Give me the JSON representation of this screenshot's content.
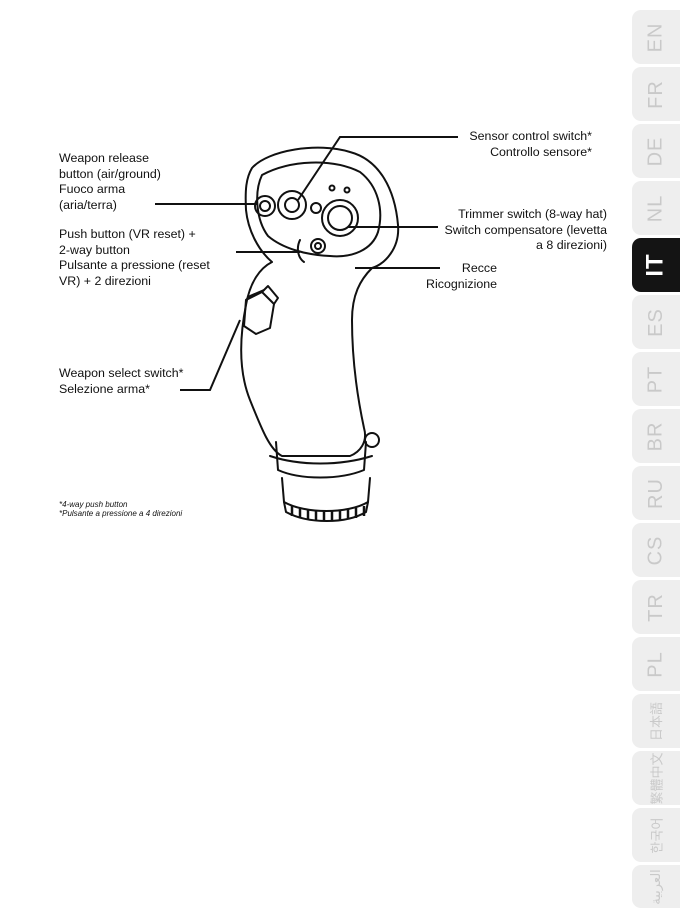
{
  "labels": {
    "weapon_release": {
      "lines": [
        "Weapon release",
        "button (air/ground)",
        "Fuoco arma",
        "(aria/terra)"
      ]
    },
    "push_button": {
      "lines": [
        "Push button (VR reset) +",
        "2-way button",
        "Pulsante a pressione (reset",
        "VR) + 2 direzioni"
      ]
    },
    "weapon_select": {
      "lines": [
        "Weapon select switch*",
        "Selezione arma*"
      ]
    },
    "sensor_control": {
      "lines": [
        "Sensor control switch*",
        "Controllo sensore*"
      ]
    },
    "trimmer": {
      "lines": [
        "Trimmer switch (8-way hat)",
        "Switch compensatore (levetta",
        "a 8 direzioni)"
      ]
    },
    "recce": {
      "lines": [
        "Recce",
        "Ricognizione"
      ]
    }
  },
  "footnote": {
    "lines": [
      "*4-way push button",
      "*Pulsante a pressione a 4 direzioni"
    ]
  },
  "language_tabs": [
    {
      "label": "EN",
      "active": false
    },
    {
      "label": "FR",
      "active": false
    },
    {
      "label": "DE",
      "active": false
    },
    {
      "label": "NL",
      "active": false
    },
    {
      "label": "IT",
      "active": true
    },
    {
      "label": "ES",
      "active": false
    },
    {
      "label": "PT",
      "active": false
    },
    {
      "label": "BR",
      "active": false
    },
    {
      "label": "RU",
      "active": false
    },
    {
      "label": "CS",
      "active": false
    },
    {
      "label": "TR",
      "active": false
    },
    {
      "label": "PL",
      "active": false
    },
    {
      "label": "日本語",
      "active": false
    },
    {
      "label": "繁體中文",
      "active": false
    },
    {
      "label": "한국어",
      "active": false
    },
    {
      "label": "العربية",
      "active": false
    }
  ],
  "colors": {
    "tab_inactive_bg": "#eeeeee",
    "tab_inactive_text": "#c9c9c9",
    "tab_active_bg": "#141414",
    "tab_active_text": "#ffffff",
    "line_art": "#111111"
  }
}
